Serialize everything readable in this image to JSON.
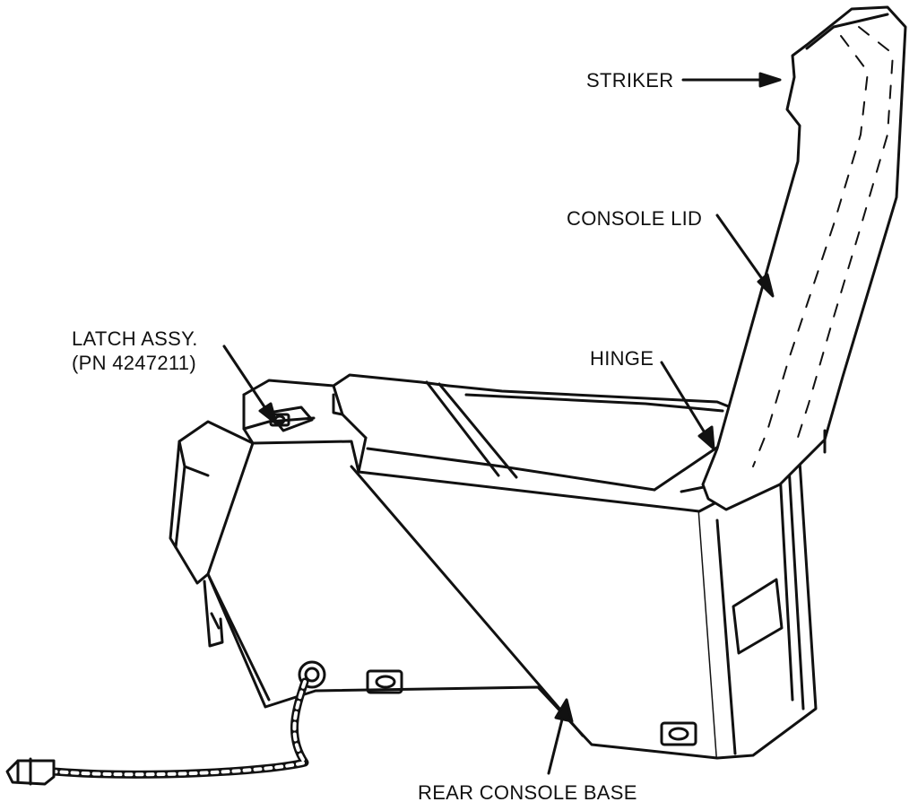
{
  "labels": {
    "striker": "STRIKER",
    "console_lid": "CONSOLE LID",
    "latch_line1": "LATCH ASSY.",
    "latch_line2": "(PN 4247211)",
    "hinge": "HINGE",
    "rear_console_base": "REAR CONSOLE BASE"
  },
  "colors": {
    "ink": "#111111",
    "paper": "#ffffff"
  }
}
